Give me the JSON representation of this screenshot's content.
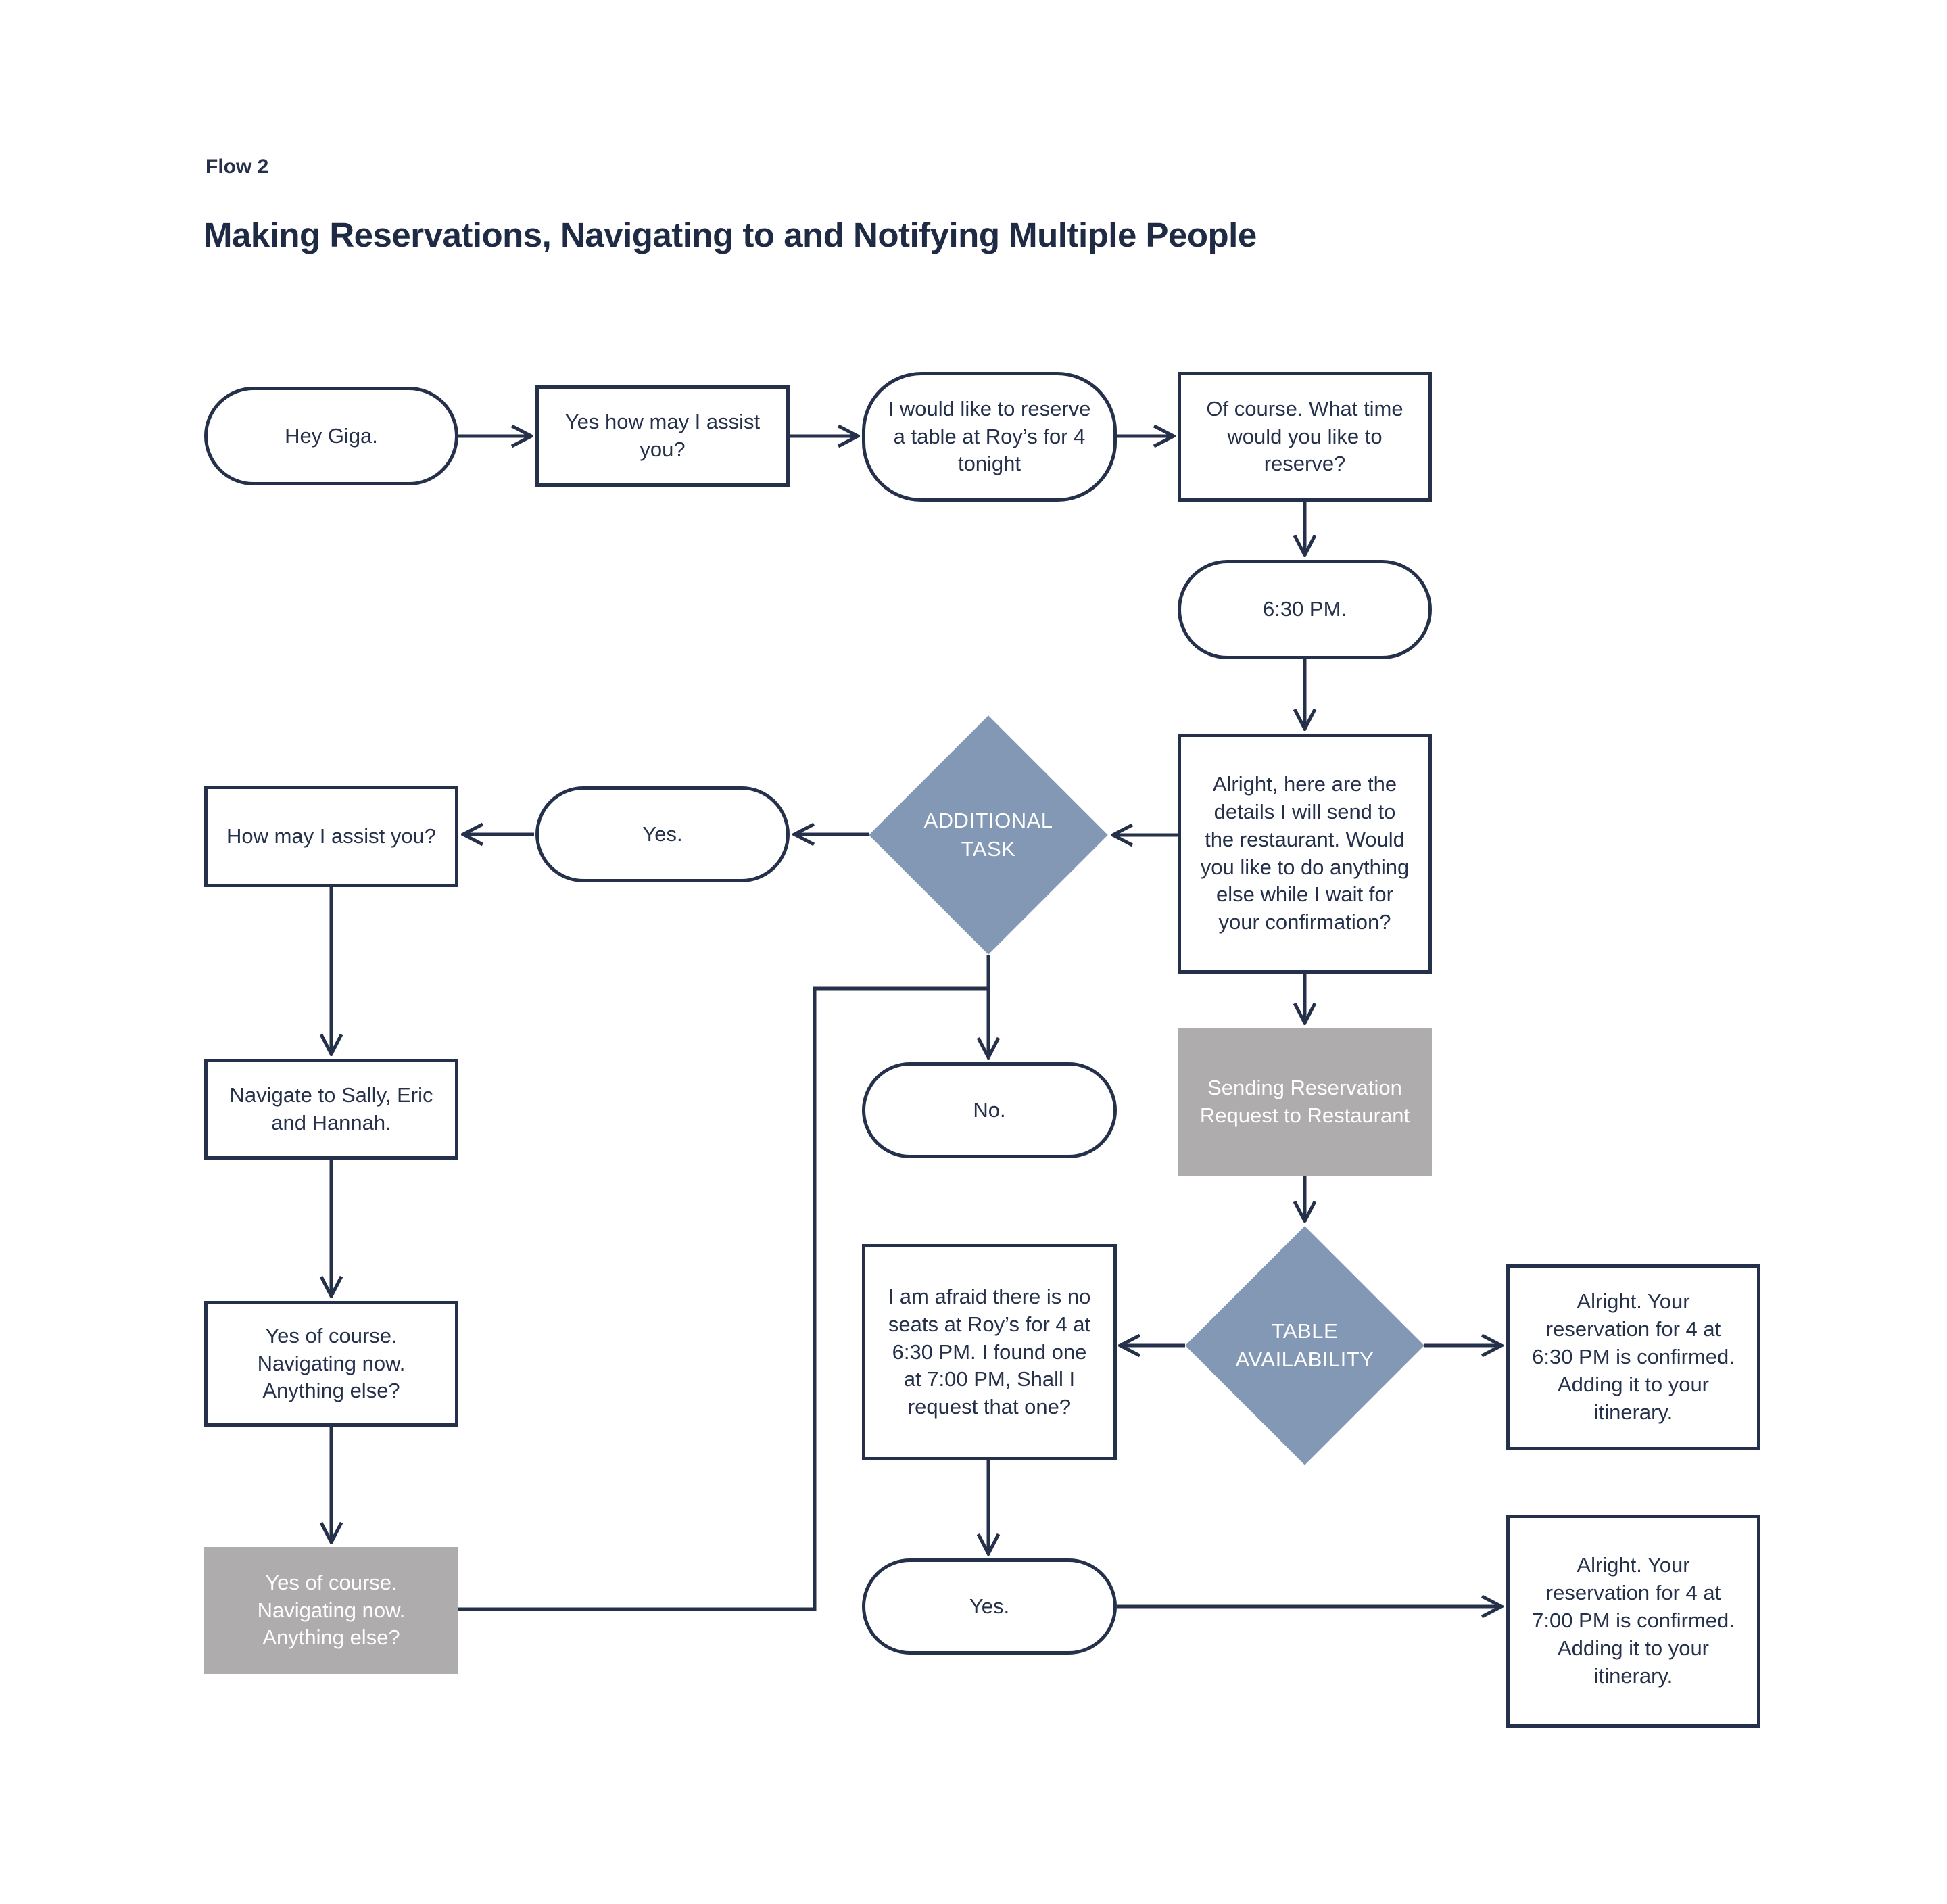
{
  "page": {
    "flow_label": "Flow 2",
    "title": "Making Reservations, Navigating to and Notifying Multiple People"
  },
  "colors": {
    "background": "#ffffff",
    "line_and_text_navy": "#25304a",
    "decision_diamond_blue": "#8298b4",
    "process_gray": "#aeacac",
    "node_text_on_fill": "#ffffff"
  },
  "nodes": {
    "hey_giga": {
      "type": "pill",
      "label": "Hey Giga."
    },
    "yes_how_assist": {
      "type": "rect",
      "label": "Yes how may I assist you?"
    },
    "reserve_table": {
      "type": "pill",
      "label": "I would like to reserve a table at Roy’s for 4 tonight"
    },
    "what_time": {
      "type": "rect",
      "label": "Of course. What time would you like to reserve?"
    },
    "time_630": {
      "type": "pill",
      "label": "6:30 PM."
    },
    "details": {
      "type": "rect",
      "label": "Alright, here are the details I will send to the restaurant. Would you like to do anything else while I wait for your confirmation?"
    },
    "additional_task": {
      "type": "diamond",
      "label": "ADDITIONAL TASK"
    },
    "yes_mid": {
      "type": "pill",
      "label": "Yes."
    },
    "how_assist": {
      "type": "rect",
      "label": "How may I assist you?"
    },
    "navigate": {
      "type": "rect",
      "label": "Navigate to Sally, Eric and Hannah."
    },
    "navigating_white": {
      "type": "rect",
      "label": "Yes of course. Navigating now. Anything else?"
    },
    "navigating_gray": {
      "type": "rect-gray",
      "label": "Yes of course. Navigating now. Anything else?"
    },
    "no_pill": {
      "type": "pill",
      "label": "No."
    },
    "sending": {
      "type": "rect-gray",
      "label": "Sending Reservation Request to Restaurant"
    },
    "table_availability": {
      "type": "diamond",
      "label": "TABLE AVAILABILITY"
    },
    "no_seats": {
      "type": "rect",
      "label": "I am afraid there is no seats at Roy’s for 4 at 6:30 PM. I found one at 7:00 PM, Shall I request that one?"
    },
    "confirmed_630": {
      "type": "rect",
      "label": "Alright. Your reservation for 4 at 6:30 PM is confirmed. Adding it to your itinerary."
    },
    "yes_bottom": {
      "type": "pill",
      "label": "Yes."
    },
    "confirmed_700": {
      "type": "rect",
      "label": "Alright. Your reservation for 4 at 7:00 PM is confirmed. Adding it to your itinerary."
    }
  }
}
